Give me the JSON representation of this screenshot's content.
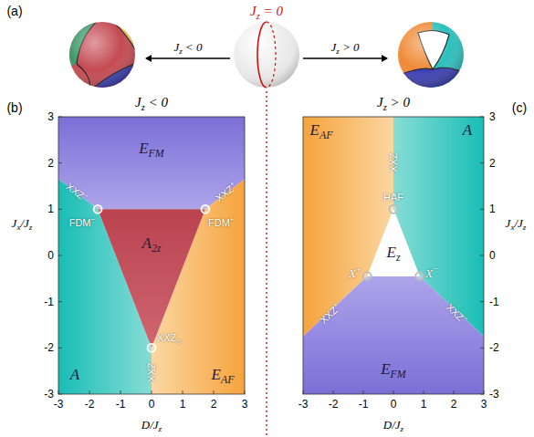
{
  "diagram": {
    "labels": [
      "(a)",
      "Jz = 0",
      "Jz < 0",
      "Jz > 0",
      "(b)",
      "Jz < 0",
      "Jz > 0",
      "(c)",
      "EFM",
      "A2z",
      "A",
      "EAF",
      "XXZ−",
      "XXZ+",
      "FDM−",
      "FDM+",
      "XXZ0",
      "XXZ",
      "EAF",
      "A",
      "Ez",
      "EFM",
      "XXZ",
      "HAF",
      "X+",
      "X−",
      "XXZ+",
      "XXZ−",
      "Jx/Jz",
      "D/Jz",
      "Jx/Jz",
      "D/Jz",
      "3",
      "2",
      "1",
      "0",
      "-1",
      "-2",
      "-3",
      "-3",
      "-2",
      "-1",
      "0",
      "1",
      "2",
      "3",
      "3",
      "2",
      "1",
      "0",
      "-1",
      "-2",
      "-3",
      "-3",
      "-2",
      "-1",
      "0",
      "1",
      "2",
      "3"
    ]
  }
}
